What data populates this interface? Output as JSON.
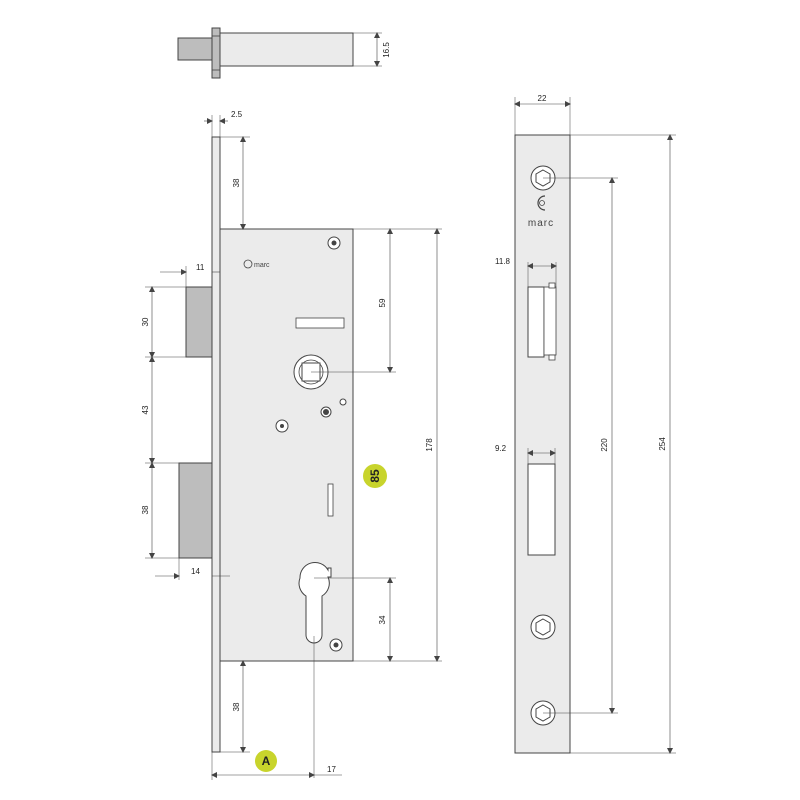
{
  "brand": {
    "name": "marc"
  },
  "top_view": {
    "dim_thickness": "16.5"
  },
  "side_view": {
    "dim_faceplate_thickness": "2.5",
    "dim_top_offset": "38",
    "dim_latch_projection": "11",
    "dim_latch_height": "30",
    "dim_gap": "43",
    "dim_bolt_height": "38",
    "dim_bolt_projection": "14",
    "dim_upper_to_follower": "59",
    "dim_case_height": "178",
    "dim_cylinder_to_bottom": "34",
    "dim_bottom_offset": "38",
    "dim_cylinder_offset": "17",
    "badge_backset": "85",
    "badge_a": "A"
  },
  "front_view": {
    "dim_width": "22",
    "dim_latch_width": "11.8",
    "dim_bolt_width": "9.2",
    "dim_screw_spacing": "220",
    "dim_plate_height": "254"
  },
  "colors": {
    "badge": "#c8d42c",
    "plate": "#ebebeb",
    "line": "#444444"
  }
}
